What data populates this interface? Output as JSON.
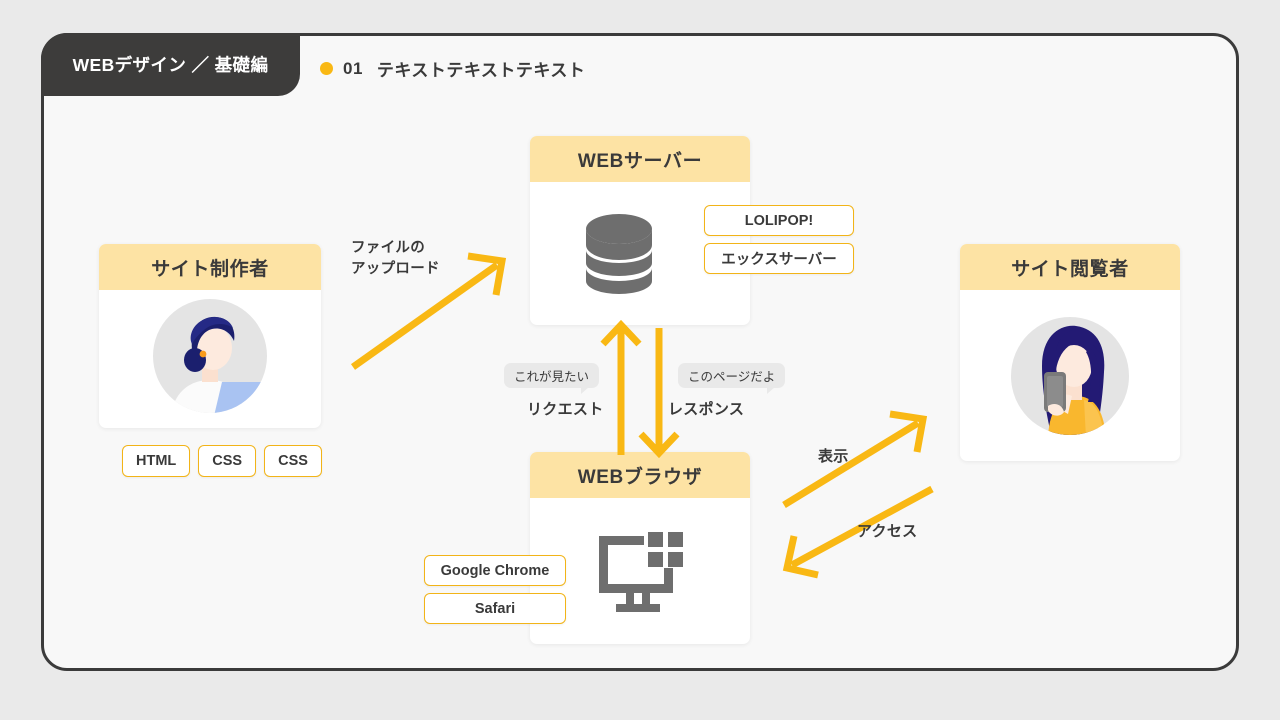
{
  "header": {
    "tab_label": "WEBデザイン ／ 基礎編",
    "number": "01",
    "title": "テキストテキストテキスト",
    "dot_color": "#f9b814",
    "tab_bg": "#3d3c3b"
  },
  "theme": {
    "page_bg": "#eaeaea",
    "panel_bg": "#f8f8f8",
    "panel_border": "#3b3b3b",
    "card_head_bg": "#fde3a4",
    "accent_yellow": "#f9b814",
    "tag_border": "#f2b418",
    "icon_gray": "#6e6e6e",
    "text_dark": "#3a3a3a",
    "bubble_bg": "#e9e9e9"
  },
  "cards": {
    "creator": {
      "title": "サイト制作者",
      "icon": "person-laptop-illustration",
      "tags": [
        "HTML",
        "CSS",
        "CSS"
      ]
    },
    "server": {
      "title": "WEBサーバー",
      "icon": "database-icon",
      "tags": [
        "LOLIPOP!",
        "エックスサーバー"
      ]
    },
    "browser": {
      "title": "WEBブラウザ",
      "icon": "monitor-window-icon",
      "tags": [
        "Google Chrome",
        "Safari"
      ]
    },
    "viewer": {
      "title": "サイト閲覧者",
      "icon": "person-smartphone-illustration",
      "tags": []
    }
  },
  "flows": {
    "upload": {
      "label": "ファイルの\nアップロード",
      "direction": "creator-to-server"
    },
    "request": {
      "label": "リクエスト",
      "bubble": "これが見たい",
      "direction": "browser-to-server"
    },
    "response": {
      "label": "レスポンス",
      "bubble": "このページだよ",
      "direction": "server-to-browser"
    },
    "display": {
      "label": "表示",
      "direction": "browser-to-viewer"
    },
    "access": {
      "label": "アクセス",
      "direction": "viewer-to-browser"
    }
  }
}
